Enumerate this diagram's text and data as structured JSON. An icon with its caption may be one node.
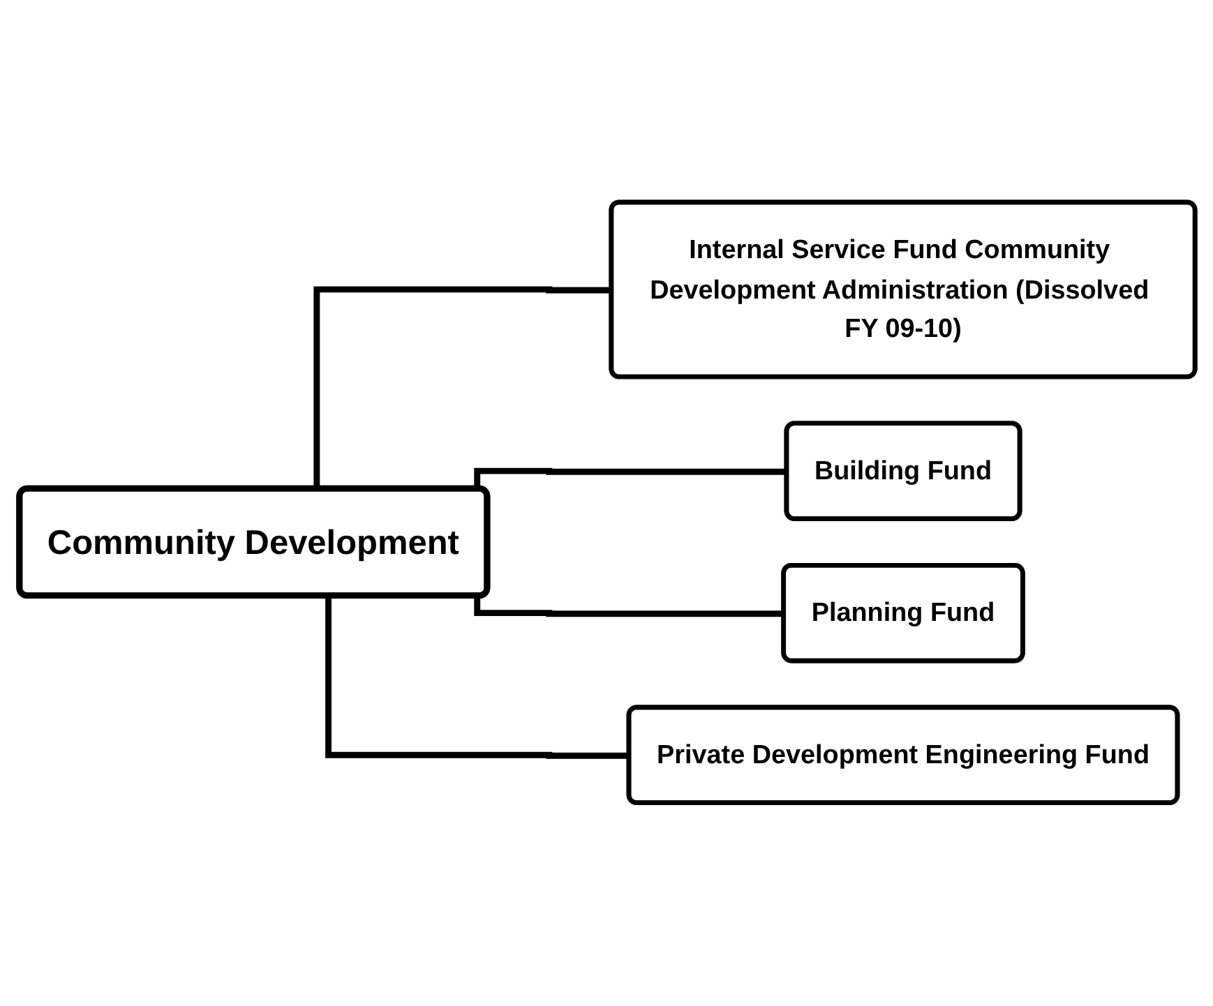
{
  "diagram": {
    "nodes": [
      {
        "text": [
          "Community Development"
        ]
      },
      {
        "text": [
          "Internal Service Fund Community Development Administration (Dissolved FY 09-10)"
        ]
      },
      {
        "text": [
          "Building Fund"
        ]
      },
      {
        "text": [
          "Planning Fund"
        ]
      },
      {
        "text": [
          "Private Development Engineering Fund"
        ]
      }
    ],
    "edges": [
      {
        "from": 0,
        "to": 1,
        "arrow": "none"
      },
      {
        "from": 0,
        "to": 2,
        "arrow": "none"
      },
      {
        "from": 0,
        "to": 3,
        "arrow": "none"
      },
      {
        "from": 0,
        "to": 4,
        "arrow": "none"
      }
    ]
  }
}
